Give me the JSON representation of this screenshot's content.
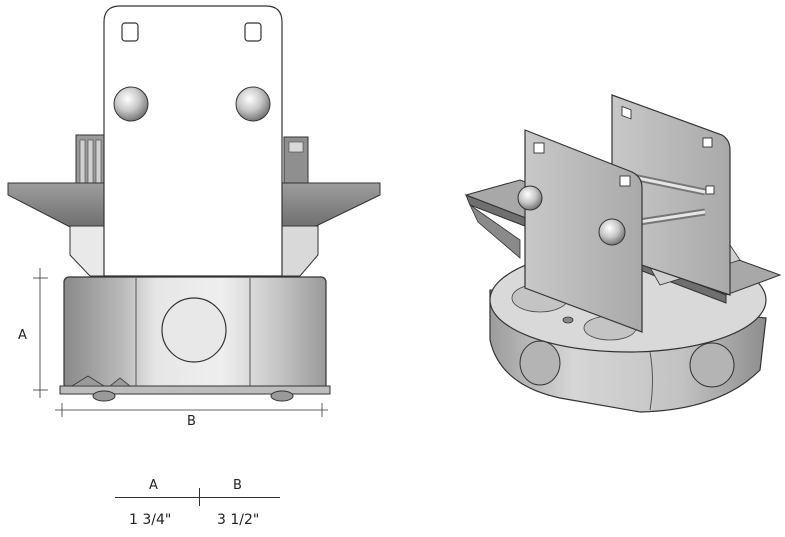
{
  "dimension_labels": {
    "a": "A",
    "b": "B"
  },
  "dimension_table": {
    "headers": [
      "A",
      "B"
    ],
    "values": [
      "1 3/4\"",
      "3 1/2\""
    ]
  }
}
